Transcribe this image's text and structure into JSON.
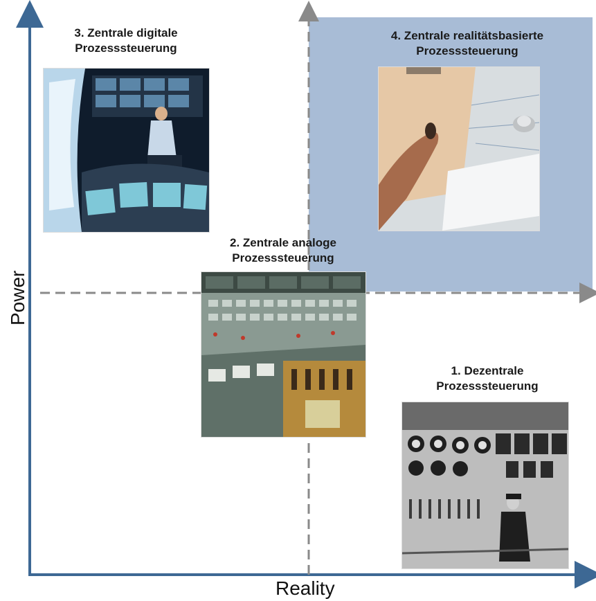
{
  "axes": {
    "x_label": "Reality",
    "y_label": "Power"
  },
  "quadrants": [
    {
      "id": 1,
      "line1": "1. Dezentrale",
      "line2": "Prozesssteuerung"
    },
    {
      "id": 2,
      "line1": "2. Zentrale analoge",
      "line2": "Prozesssteuerung"
    },
    {
      "id": 3,
      "line1": "3. Zentrale digitale",
      "line2": "Prozesssteuerung"
    },
    {
      "id": 4,
      "line1": "4. Zentrale realitätsbasierte",
      "line2": "Prozesssteuerung"
    }
  ],
  "colors": {
    "axis": "#3d6894",
    "divider": "#8a8a8a",
    "highlight": "#a8bcd6"
  }
}
